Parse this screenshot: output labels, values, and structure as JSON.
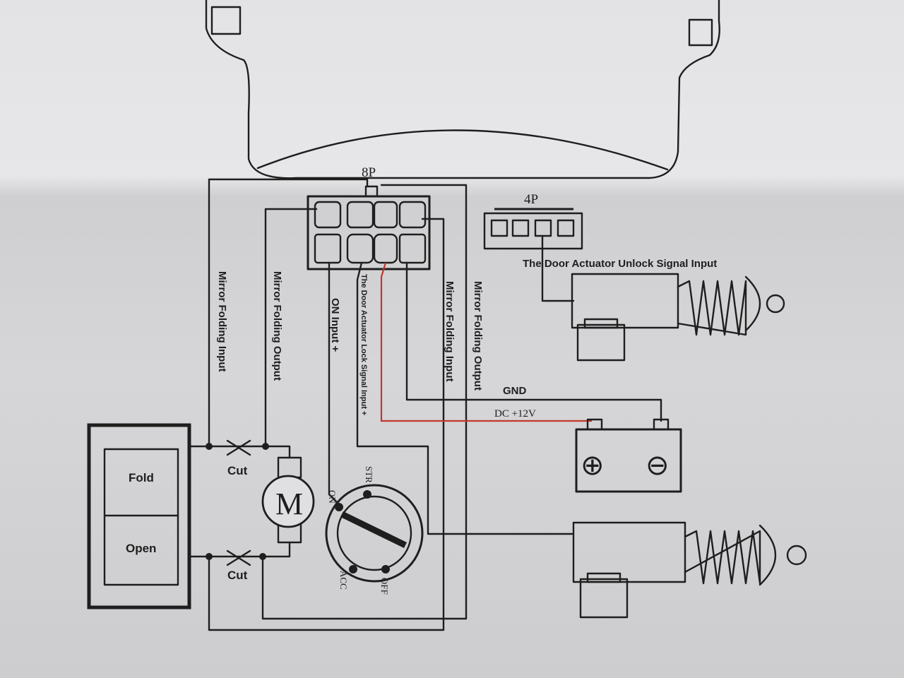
{
  "connectors": {
    "eight_pin": "8P",
    "four_pin": "4P"
  },
  "wire_labels": {
    "mirror_folding_input_left": "Mirror Folding Input",
    "mirror_folding_output_left": "Mirror Folding Output",
    "on_input": "ON Input  +",
    "lock_signal_input": "The Door Actuator Lock Signal Input  +",
    "mirror_folding_input_right": "Mirror Folding Input",
    "mirror_folding_output_right": "Mirror Folding Output",
    "unlock_signal_input": "The Door Actuator Unlock Signal Input",
    "gnd": "GND",
    "dc12v": "DC +12V"
  },
  "switch": {
    "fold": "Fold",
    "open": "Open"
  },
  "cut_marks": {
    "top": "Cut",
    "bottom": "Cut"
  },
  "motor": {
    "letter": "M"
  },
  "ignition": {
    "on": "ON",
    "str": "STR",
    "acc": "ACC",
    "off": "OFF"
  },
  "battery": {
    "positive": "⊕",
    "negative": "⊖"
  },
  "colors": {
    "wire": "#1e1e1e",
    "dc_wire": "#c0392b",
    "paper": "#e3e3e5"
  }
}
